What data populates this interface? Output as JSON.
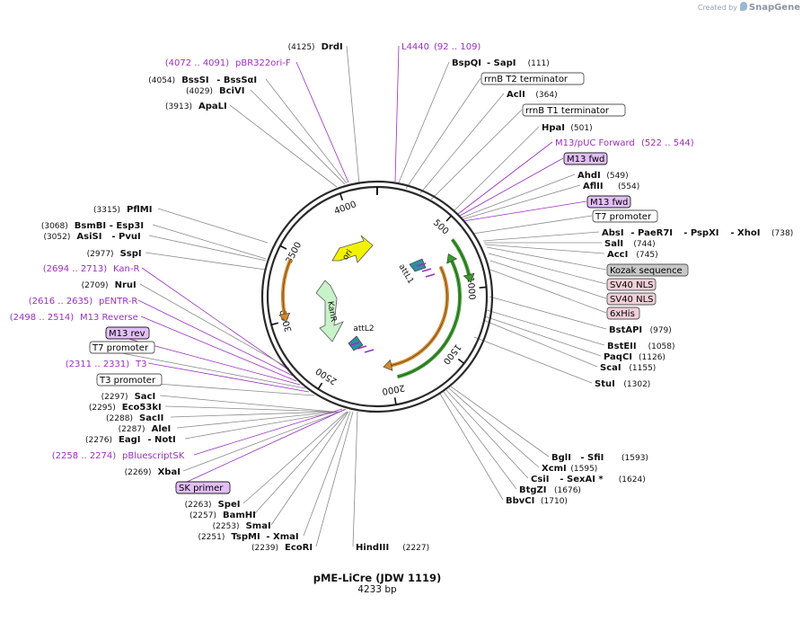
{
  "credit": {
    "prefix": "Created by",
    "brand": "SnapGene"
  },
  "plasmid": {
    "name": "pME-LiCre (JDW 1119)",
    "length": "4233 bp",
    "total_bp": 4233
  },
  "colors": {
    "backbone": "#2a2a2a",
    "purple": "#9b2fc4",
    "green": "#3a9a2a",
    "orange": "#d68a2a",
    "ori": "#f2f200",
    "kanr": "#c8f2c8",
    "att": "#2e8fa0"
  },
  "ring_ticks": [
    "500",
    "1000",
    "1500",
    "2000",
    "2500",
    "3000",
    "3500",
    "4000"
  ],
  "labels": [
    {
      "id": "drdi",
      "parts": [
        {
          "t": "(4125)",
          "c": "pos"
        },
        {
          "t": "DrdI",
          "c": "enz"
        }
      ]
    },
    {
      "id": "l4440",
      "parts": [
        {
          "t": "L4440",
          "c": "purple"
        },
        {
          "t": "(92 .. 109)",
          "c": "purple-sm"
        }
      ]
    },
    {
      "id": "pbr322",
      "parts": [
        {
          "t": "(4072 .. 4091)",
          "c": "purple-sm"
        },
        {
          "t": "pBR322ori-F",
          "c": "purple"
        }
      ]
    },
    {
      "id": "bspqi",
      "parts": [
        {
          "t": "BspQI",
          "c": "enz"
        },
        {
          "t": "- SapI",
          "c": "enz"
        },
        {
          "t": "(111)",
          "c": "pos"
        }
      ]
    },
    {
      "id": "bsssi",
      "parts": [
        {
          "t": "(4054)",
          "c": "pos"
        },
        {
          "t": "BssSI",
          "c": "enz"
        },
        {
          "t": "- BssSαI",
          "c": "enz"
        }
      ]
    },
    {
      "id": "bcivi",
      "parts": [
        {
          "t": "(4029)",
          "c": "pos"
        },
        {
          "t": "BciVI",
          "c": "enz"
        }
      ]
    },
    {
      "id": "rrnbt2",
      "parts": [
        {
          "t": "rrnB T2 terminator",
          "c": "box-white"
        }
      ]
    },
    {
      "id": "acli",
      "parts": [
        {
          "t": "AclI",
          "c": "enz"
        },
        {
          "t": "(364)",
          "c": "pos"
        }
      ]
    },
    {
      "id": "apali",
      "parts": [
        {
          "t": "(3913)",
          "c": "pos"
        },
        {
          "t": "ApaLI",
          "c": "enz"
        }
      ]
    },
    {
      "id": "rrnbt1",
      "parts": [
        {
          "t": "rrnB T1 terminator",
          "c": "box-white"
        }
      ]
    },
    {
      "id": "hpai",
      "parts": [
        {
          "t": "HpaI",
          "c": "enz"
        },
        {
          "t": "(501)",
          "c": "pos"
        }
      ]
    },
    {
      "id": "m13puc",
      "parts": [
        {
          "t": "M13/pUC Forward",
          "c": "purple"
        },
        {
          "t": "(522 .. 544)",
          "c": "purple-sm"
        }
      ]
    },
    {
      "id": "m13fwd1",
      "parts": [
        {
          "t": "M13 fwd",
          "c": "box-purple"
        }
      ]
    },
    {
      "id": "ahdi",
      "parts": [
        {
          "t": "AhdI",
          "c": "enz"
        },
        {
          "t": "(549)",
          "c": "pos"
        }
      ]
    },
    {
      "id": "aflii",
      "parts": [
        {
          "t": "AflII",
          "c": "enz"
        },
        {
          "t": "(554)",
          "c": "pos"
        }
      ]
    },
    {
      "id": "m13fwd2",
      "parts": [
        {
          "t": "M13 fwd",
          "c": "box-purple"
        }
      ]
    },
    {
      "id": "pflmi",
      "parts": [
        {
          "t": "(3315)",
          "c": "pos"
        },
        {
          "t": "PflMI",
          "c": "enz"
        }
      ]
    },
    {
      "id": "t7p1",
      "parts": [
        {
          "t": "T7 promoter",
          "c": "box-white"
        }
      ]
    },
    {
      "id": "bsmbi",
      "parts": [
        {
          "t": "(3068)",
          "c": "pos"
        },
        {
          "t": "BsmBI",
          "c": "enz"
        },
        {
          "t": "- Esp3I",
          "c": "enz"
        }
      ]
    },
    {
      "id": "absi",
      "parts": [
        {
          "t": "AbsI",
          "c": "enz"
        },
        {
          "t": "- PaeR7I",
          "c": "enz"
        },
        {
          "t": "- PspXI",
          "c": "enz"
        },
        {
          "t": "- XhoI",
          "c": "enz"
        },
        {
          "t": "(738)",
          "c": "pos"
        }
      ]
    },
    {
      "id": "asisi",
      "parts": [
        {
          "t": "(3052)",
          "c": "pos"
        },
        {
          "t": "AsiSI",
          "c": "enz"
        },
        {
          "t": "- PvuI",
          "c": "enz"
        }
      ]
    },
    {
      "id": "sali",
      "parts": [
        {
          "t": "SalI",
          "c": "enz"
        },
        {
          "t": "(744)",
          "c": "pos"
        }
      ]
    },
    {
      "id": "ssppi",
      "parts": [
        {
          "t": "(2977)",
          "c": "pos"
        },
        {
          "t": "SspI",
          "c": "enz"
        }
      ]
    },
    {
      "id": "acci",
      "parts": [
        {
          "t": "AccI",
          "c": "enz"
        },
        {
          "t": "(745)",
          "c": "pos"
        }
      ]
    },
    {
      "id": "kanr_primer",
      "parts": [
        {
          "t": "(2694 .. 2713)",
          "c": "purple-sm"
        },
        {
          "t": "Kan-R",
          "c": "purple"
        }
      ]
    },
    {
      "id": "kozak",
      "parts": [
        {
          "t": "Kozak sequence",
          "c": "box-gray"
        }
      ]
    },
    {
      "id": "nrui",
      "parts": [
        {
          "t": "(2709)",
          "c": "pos"
        },
        {
          "t": "NruI",
          "c": "enz"
        }
      ]
    },
    {
      "id": "sv40a",
      "parts": [
        {
          "t": "SV40 NLS",
          "c": "box-pink"
        }
      ]
    },
    {
      "id": "pentr",
      "parts": [
        {
          "t": "(2616 .. 2635)",
          "c": "purple-sm"
        },
        {
          "t": "pENTR-R",
          "c": "purple"
        }
      ]
    },
    {
      "id": "sv40b",
      "parts": [
        {
          "t": "SV40 NLS",
          "c": "box-pink"
        }
      ]
    },
    {
      "id": "m13rev_p",
      "parts": [
        {
          "t": "(2498 .. 2514)",
          "c": "purple-sm"
        },
        {
          "t": "M13 Reverse",
          "c": "purple"
        }
      ]
    },
    {
      "id": "his",
      "parts": [
        {
          "t": "6xHis",
          "c": "box-pink"
        }
      ]
    },
    {
      "id": "m13rev",
      "parts": [
        {
          "t": "M13 rev",
          "c": "box-purple"
        }
      ]
    },
    {
      "id": "bstapi",
      "parts": [
        {
          "t": "BstAPI",
          "c": "enz"
        },
        {
          "t": "(979)",
          "c": "pos"
        }
      ]
    },
    {
      "id": "t7p2",
      "parts": [
        {
          "t": "T7 promoter",
          "c": "box-white"
        }
      ]
    },
    {
      "id": "bsteii",
      "parts": [
        {
          "t": "BstEII",
          "c": "enz"
        },
        {
          "t": "(1058)",
          "c": "pos"
        }
      ]
    },
    {
      "id": "paqci",
      "parts": [
        {
          "t": "PaqCI",
          "c": "enz"
        },
        {
          "t": "(1126)",
          "c": "pos"
        }
      ]
    },
    {
      "id": "t3p",
      "parts": [
        {
          "t": "(2311 .. 2331)",
          "c": "purple-sm"
        },
        {
          "t": "T3",
          "c": "purple"
        }
      ]
    },
    {
      "id": "scai",
      "parts": [
        {
          "t": "ScaI",
          "c": "enz"
        },
        {
          "t": "(1155)",
          "c": "pos"
        }
      ]
    },
    {
      "id": "t3prom",
      "parts": [
        {
          "t": "T3 promoter",
          "c": "box-white"
        }
      ]
    },
    {
      "id": "stui",
      "parts": [
        {
          "t": "StuI",
          "c": "enz"
        },
        {
          "t": "(1302)",
          "c": "pos"
        }
      ]
    },
    {
      "id": "saci",
      "parts": [
        {
          "t": "(2297)",
          "c": "pos"
        },
        {
          "t": "SacI",
          "c": "enz"
        }
      ]
    },
    {
      "id": "eco53ki",
      "parts": [
        {
          "t": "(2295)",
          "c": "pos"
        },
        {
          "t": "Eco53kI",
          "c": "enz"
        }
      ]
    },
    {
      "id": "sacii",
      "parts": [
        {
          "t": "(2288)",
          "c": "pos"
        },
        {
          "t": "SacII",
          "c": "enz"
        }
      ]
    },
    {
      "id": "alei",
      "parts": [
        {
          "t": "(2287)",
          "c": "pos"
        },
        {
          "t": "AleI",
          "c": "enz"
        }
      ]
    },
    {
      "id": "eagi",
      "parts": [
        {
          "t": "(2276)",
          "c": "pos"
        },
        {
          "t": "EagI",
          "c": "enz"
        },
        {
          "t": "- NotI",
          "c": "enz"
        }
      ]
    },
    {
      "id": "pbluescript",
      "parts": [
        {
          "t": "(2258 .. 2274)",
          "c": "purple-sm"
        },
        {
          "t": "pBluescriptSK",
          "c": "purple"
        }
      ]
    },
    {
      "id": "bgli",
      "parts": [
        {
          "t": "BglI",
          "c": "enz"
        },
        {
          "t": "- SfiI",
          "c": "enz"
        },
        {
          "t": "(1593)",
          "c": "pos"
        }
      ]
    },
    {
      "id": "xcmi",
      "parts": [
        {
          "t": "XcmI",
          "c": "enz"
        },
        {
          "t": "(1595)",
          "c": "pos"
        }
      ]
    },
    {
      "id": "csii",
      "parts": [
        {
          "t": "CsiI",
          "c": "enz"
        },
        {
          "t": "- SexAI *",
          "c": "enz"
        },
        {
          "t": "(1624)",
          "c": "pos"
        }
      ]
    },
    {
      "id": "btgzi",
      "parts": [
        {
          "t": "BtgZI",
          "c": "enz"
        },
        {
          "t": "(1676)",
          "c": "pos"
        }
      ]
    },
    {
      "id": "bbvci",
      "parts": [
        {
          "t": "BbvCI",
          "c": "enz"
        },
        {
          "t": "(1710)",
          "c": "pos"
        }
      ]
    },
    {
      "id": "xbai",
      "parts": [
        {
          "t": "(2269)",
          "c": "pos"
        },
        {
          "t": "XbaI",
          "c": "enz"
        }
      ]
    },
    {
      "id": "skprimer",
      "parts": [
        {
          "t": "SK primer",
          "c": "box-purple"
        }
      ]
    },
    {
      "id": "spei",
      "parts": [
        {
          "t": "(2263)",
          "c": "pos"
        },
        {
          "t": "SpeI",
          "c": "enz"
        }
      ]
    },
    {
      "id": "bamhi",
      "parts": [
        {
          "t": "(2257)",
          "c": "pos"
        },
        {
          "t": "BamHI",
          "c": "enz"
        }
      ]
    },
    {
      "id": "smai",
      "parts": [
        {
          "t": "(2253)",
          "c": "pos"
        },
        {
          "t": "SmaI",
          "c": "enz"
        }
      ]
    },
    {
      "id": "tspmi",
      "parts": [
        {
          "t": "(2251)",
          "c": "pos"
        },
        {
          "t": "TspMI",
          "c": "enz"
        },
        {
          "t": "- XmaI",
          "c": "enz"
        }
      ]
    },
    {
      "id": "ecori",
      "parts": [
        {
          "t": "(2239)",
          "c": "pos"
        },
        {
          "t": "EcoRI",
          "c": "enz"
        }
      ]
    },
    {
      "id": "hindiii",
      "parts": [
        {
          "t": "HindIII",
          "c": "enz"
        },
        {
          "t": "(2227)",
          "c": "pos"
        }
      ]
    }
  ],
  "features": {
    "ori": "ori",
    "kanr": "KanR",
    "attl1": "attL1",
    "attl2": "attL2"
  }
}
